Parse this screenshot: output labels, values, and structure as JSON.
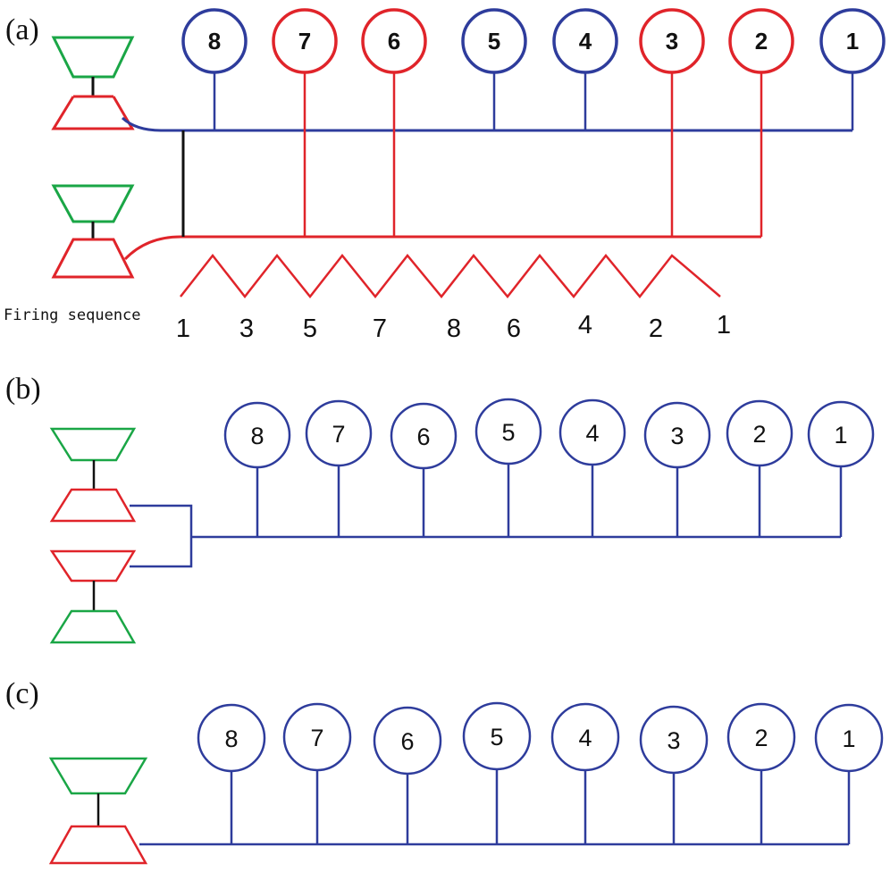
{
  "colors": {
    "blue": "#2e3c9c",
    "red": "#e0242a",
    "green": "#1aa646",
    "black": "#111111"
  },
  "panels": [
    {
      "id": "a",
      "label": "(a)",
      "cylinders": [
        {
          "label": "8",
          "bank": "blue"
        },
        {
          "label": "7",
          "bank": "red"
        },
        {
          "label": "6",
          "bank": "red"
        },
        {
          "label": "5",
          "bank": "blue"
        },
        {
          "label": "4",
          "bank": "blue"
        },
        {
          "label": "3",
          "bank": "red"
        },
        {
          "label": "2",
          "bank": "red"
        },
        {
          "label": "1",
          "bank": "blue"
        }
      ],
      "firing_sequence_label": "Firing sequence",
      "firing_sequence": [
        "1",
        "3",
        "5",
        "7",
        "8",
        "6",
        "4",
        "2",
        "1"
      ]
    },
    {
      "id": "b",
      "label": "(b)",
      "cylinders": [
        {
          "label": "8"
        },
        {
          "label": "7"
        },
        {
          "label": "6"
        },
        {
          "label": "5"
        },
        {
          "label": "4"
        },
        {
          "label": "3"
        },
        {
          "label": "2"
        },
        {
          "label": "1"
        }
      ]
    },
    {
      "id": "c",
      "label": "(c)",
      "cylinders": [
        {
          "label": "8"
        },
        {
          "label": "7"
        },
        {
          "label": "6"
        },
        {
          "label": "5"
        },
        {
          "label": "4"
        },
        {
          "label": "3"
        },
        {
          "label": "2"
        },
        {
          "label": "1"
        }
      ]
    }
  ]
}
